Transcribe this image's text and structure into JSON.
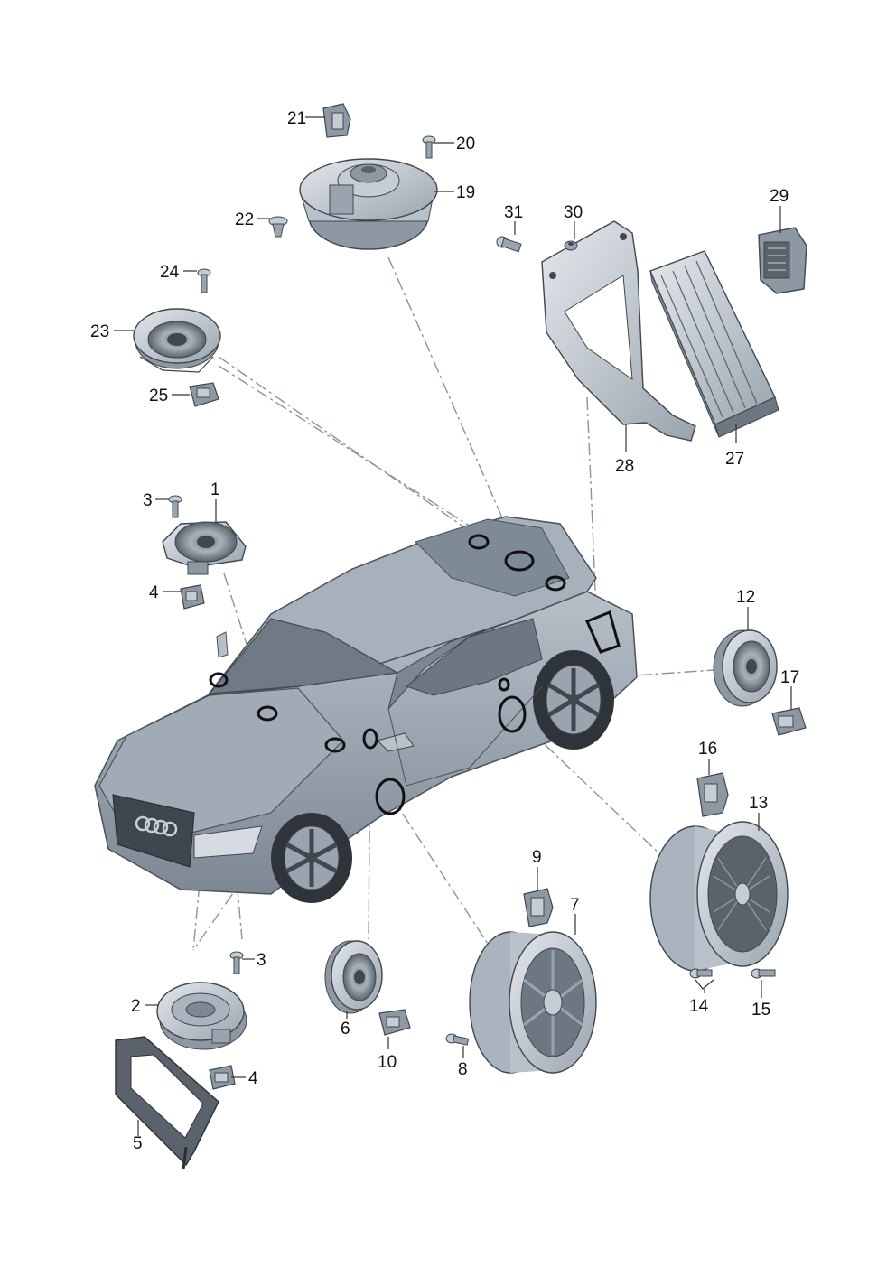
{
  "colors": {
    "part_fill": "#c9cfd6",
    "part_shade": "#8e98a3",
    "part_dark": "#4a525a",
    "car_body": "#9aa6b2",
    "car_dark": "#5c6670",
    "marker": "#111111",
    "leader": "#333333",
    "dash": "#8a94a0"
  },
  "callouts": [
    {
      "id": "1",
      "text": "1"
    },
    {
      "id": "2",
      "text": "2"
    },
    {
      "id": "3a",
      "text": "3"
    },
    {
      "id": "3b",
      "text": "3"
    },
    {
      "id": "4a",
      "text": "4"
    },
    {
      "id": "4b",
      "text": "4"
    },
    {
      "id": "5",
      "text": "5"
    },
    {
      "id": "6",
      "text": "6"
    },
    {
      "id": "7",
      "text": "7"
    },
    {
      "id": "8",
      "text": "8"
    },
    {
      "id": "9",
      "text": "9"
    },
    {
      "id": "10",
      "text": "10"
    },
    {
      "id": "12",
      "text": "12"
    },
    {
      "id": "13",
      "text": "13"
    },
    {
      "id": "14",
      "text": "14"
    },
    {
      "id": "15",
      "text": "15"
    },
    {
      "id": "16",
      "text": "16"
    },
    {
      "id": "17",
      "text": "17"
    },
    {
      "id": "19",
      "text": "19"
    },
    {
      "id": "20",
      "text": "20"
    },
    {
      "id": "21",
      "text": "21"
    },
    {
      "id": "22",
      "text": "22"
    },
    {
      "id": "23",
      "text": "23"
    },
    {
      "id": "24",
      "text": "24"
    },
    {
      "id": "25",
      "text": "25"
    },
    {
      "id": "27",
      "text": "27"
    },
    {
      "id": "28",
      "text": "28"
    },
    {
      "id": "29",
      "text": "29"
    },
    {
      "id": "30",
      "text": "30"
    },
    {
      "id": "31",
      "text": "31"
    }
  ]
}
